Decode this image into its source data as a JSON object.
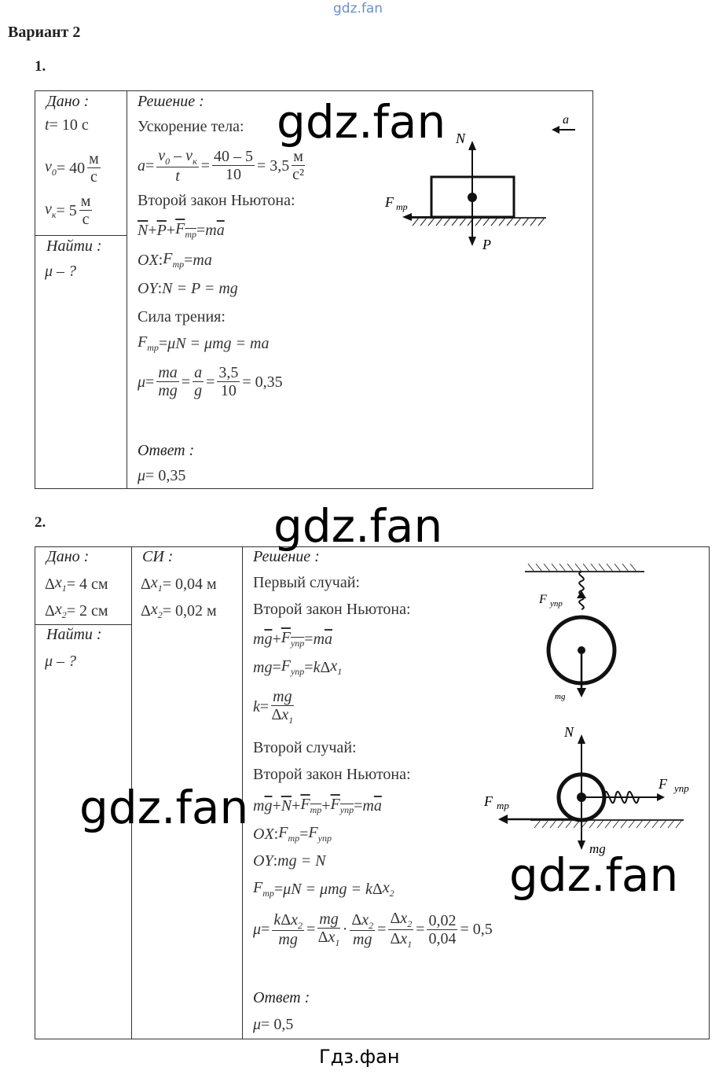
{
  "watermarks": {
    "top": "gdz.fan",
    "big": "gdz.fan",
    "bottom": "Гдз.фан"
  },
  "title": "Вариант 2",
  "p1": {
    "num": "1.",
    "given_label": "Дано :",
    "given": [
      [
        {
          "i": "t"
        },
        " = 10 с"
      ],
      [
        {
          "b": "v",
          "s": "0"
        },
        " = 40 ",
        {
          "n": [
            "м"
          ],
          "d": [
            "с"
          ]
        }
      ],
      [
        {
          "b": "v",
          "s": "к"
        },
        " = 5 ",
        {
          "n": [
            "м"
          ],
          "d": [
            "с"
          ]
        }
      ]
    ],
    "find_label": "Найти :",
    "find": [
      [
        {
          "i": "μ – ?"
        }
      ]
    ],
    "solution_label": "Решение :",
    "lines": [
      [
        "Ускорение тела:"
      ],
      [
        {
          "i": "a"
        },
        " = ",
        {
          "n": [
            {
              "b": "v",
              "s": "0"
            },
            " – ",
            {
              "b": "v",
              "s": "к"
            }
          ],
          "d": [
            {
              "i": "t"
            }
          ]
        },
        " = ",
        {
          "n": [
            "40 – 5"
          ],
          "d": [
            "10"
          ]
        },
        " = 3,5 ",
        {
          "n": [
            "м"
          ],
          "d": [
            "с²"
          ]
        }
      ],
      [
        "Второй закон Ньютона:"
      ],
      [
        {
          "v": "N"
        },
        " + ",
        {
          "v": "P"
        },
        " + ",
        {
          "v": "F",
          "s": "тр"
        },
        " = ",
        {
          "i": "m"
        },
        {
          "v": "a"
        }
      ],
      [
        {
          "i": "OX"
        },
        " : ",
        {
          "b": "F",
          "s": "тр"
        },
        " = ",
        {
          "i": "ma"
        }
      ],
      [
        {
          "i": "OY"
        },
        " : ",
        {
          "i": "N = P = mg"
        }
      ],
      [
        "Сила трения:"
      ],
      [
        {
          "b": "F",
          "s": "тр"
        },
        " = ",
        {
          "i": "μN = μmg = ma"
        }
      ],
      [
        {
          "i": "μ"
        },
        " = ",
        {
          "n": [
            {
              "i": "ma"
            }
          ],
          "d": [
            {
              "i": "mg"
            }
          ]
        },
        " = ",
        {
          "n": [
            {
              "i": "a"
            }
          ],
          "d": [
            {
              "i": "g"
            }
          ]
        },
        " = ",
        {
          "n": [
            "3,5"
          ],
          "d": [
            "10"
          ]
        },
        " = 0,35"
      ]
    ],
    "answer_label": "Ответ :",
    "answer": [
      [
        {
          "i": "μ"
        },
        " = 0,35"
      ]
    ],
    "diagram": {
      "a": "a",
      "N": "N",
      "F": "F",
      "Fsub": "тр",
      "P": "P"
    }
  },
  "p2": {
    "num": "2.",
    "given_label": "Дано :",
    "given": [
      [
        "Δ",
        {
          "b": "x",
          "s": "1"
        },
        " = 4 см"
      ],
      [
        "Δ",
        {
          "b": "x",
          "s": "2"
        },
        " = 2 см"
      ]
    ],
    "si_label": "СИ :",
    "si": [
      [
        "Δ",
        {
          "b": "x",
          "s": "1"
        },
        " = 0,04 м"
      ],
      [
        "Δ",
        {
          "b": "x",
          "s": "2"
        },
        " = 0,02 м"
      ]
    ],
    "find_label": "Найти :",
    "find": [
      [
        {
          "i": "μ – ?"
        }
      ]
    ],
    "solution_label": "Решение :",
    "lines": [
      [
        "Первый случай:"
      ],
      [
        "Второй закон Ньютона:"
      ],
      [
        {
          "i": "m"
        },
        {
          "v": "g"
        },
        " + ",
        {
          "v": "F",
          "s": "упр"
        },
        " = ",
        {
          "i": "m"
        },
        {
          "v": "a"
        }
      ],
      [
        {
          "i": "mg"
        },
        " = ",
        {
          "b": "F",
          "s": "упр"
        },
        " = ",
        {
          "i": "k"
        },
        "Δ",
        {
          "b": "x",
          "s": "1"
        }
      ],
      [
        {
          "i": "k"
        },
        " = ",
        {
          "n": [
            {
              "i": "mg"
            }
          ],
          "d": [
            "Δ",
            {
              "b": "x",
              "s": "1"
            }
          ]
        }
      ],
      [
        "Второй случай:"
      ],
      [
        "Второй закон Ньютона:"
      ],
      [
        {
          "i": "m"
        },
        {
          "v": "g"
        },
        " + ",
        {
          "v": "N"
        },
        " + ",
        {
          "v": "F",
          "s": "тр"
        },
        " + ",
        {
          "v": "F",
          "s": "упр"
        },
        " = ",
        {
          "i": "m"
        },
        {
          "v": "a"
        }
      ],
      [
        {
          "i": "OX"
        },
        " : ",
        {
          "b": "F",
          "s": "тр"
        },
        " = ",
        {
          "b": "F",
          "s": "упр"
        }
      ],
      [
        {
          "i": "OY"
        },
        " : ",
        {
          "i": "mg = N"
        }
      ],
      [
        {
          "b": "F",
          "s": "тр"
        },
        " = ",
        {
          "i": "μN = μmg = k"
        },
        "Δ",
        {
          "b": "x",
          "s": "2"
        }
      ],
      [
        {
          "i": "μ"
        },
        " = ",
        {
          "n": [
            {
              "i": "k"
            },
            "Δ",
            {
              "b": "x",
              "s": "2"
            }
          ],
          "d": [
            {
              "i": "mg"
            }
          ]
        },
        " = ",
        {
          "n": [
            {
              "i": "mg"
            }
          ],
          "d": [
            "Δ",
            {
              "b": "x",
              "s": "1"
            }
          ]
        },
        " · ",
        {
          "n": [
            "Δ",
            {
              "b": "x",
              "s": "2"
            }
          ],
          "d": [
            {
              "i": "mg"
            }
          ]
        },
        " = ",
        {
          "n": [
            "Δ",
            {
              "b": "x",
              "s": "2"
            }
          ],
          "d": [
            "Δ",
            {
              "b": "x",
              "s": "1"
            }
          ]
        },
        " = ",
        {
          "n": [
            "0,02"
          ],
          "d": [
            "0,04"
          ]
        },
        " = 0,5"
      ]
    ],
    "answer_label": "Ответ :",
    "answer": [
      [
        {
          "i": "μ"
        },
        " = 0,5"
      ]
    ],
    "diagram": {
      "F": "F",
      "upr": "упр",
      "mg": "mg",
      "N": "N",
      "tr": "тр"
    }
  }
}
